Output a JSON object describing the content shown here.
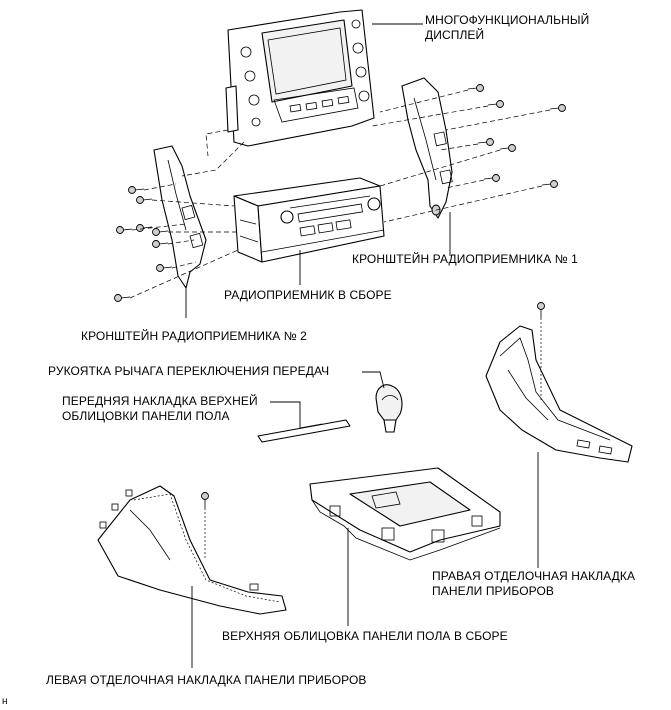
{
  "labels": {
    "multi_display_line1": "МНОГОФУНКЦИОНАЛЬНЫЙ",
    "multi_display_line2": "ДИСПЛЕЙ",
    "radio_bracket_1": "КРОНШТЕЙН РАДИОПРИЕМНИКА № 1",
    "radio_assembly": "РАДИОПРИЕМНИК В СБОРЕ",
    "radio_bracket_2": "КРОНШТЕЙН РАДИОПРИЕМНИКА № 2",
    "shift_knob": "РУКОЯТКА РЫЧАГА ПЕРЕКЛЮЧЕНИЯ ПЕРЕДАЧ",
    "front_upper_panel_line1": "ПЕРЕДНЯЯ НАКЛАДКА ВЕРХНЕЙ",
    "front_upper_panel_line2": "ОБЛИЦОВКИ ПАНЕЛИ ПОЛА",
    "right_instrument_panel_line1": "ПРАВАЯ ОТДЕЛОЧНАЯ НАКЛАДКА",
    "right_instrument_panel_line2": "ПАНЕЛИ ПРИБОРОВ",
    "upper_console_assembly": "ВЕРХНЯЯ ОБЛИЦОВКА ПАНЕЛИ ПОЛА В СБОРЕ",
    "left_instrument_panel": "ЛЕВАЯ ОТДЕЛОЧНАЯ НАКЛАДКА ПАНЕЛИ ПРИБОРОВ",
    "corner_mark": "н"
  },
  "icons": [
    "bolt-icon",
    "screw-icon",
    "clip-icon"
  ]
}
